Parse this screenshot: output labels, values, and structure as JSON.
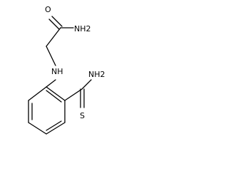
{
  "molecule": {
    "atoms": {
      "carbonyl_oxygen": "O",
      "amide_group": "NH2",
      "amine_bridge": "NH",
      "thioamide_group": "NH2",
      "thio_sulfur": "S"
    }
  }
}
